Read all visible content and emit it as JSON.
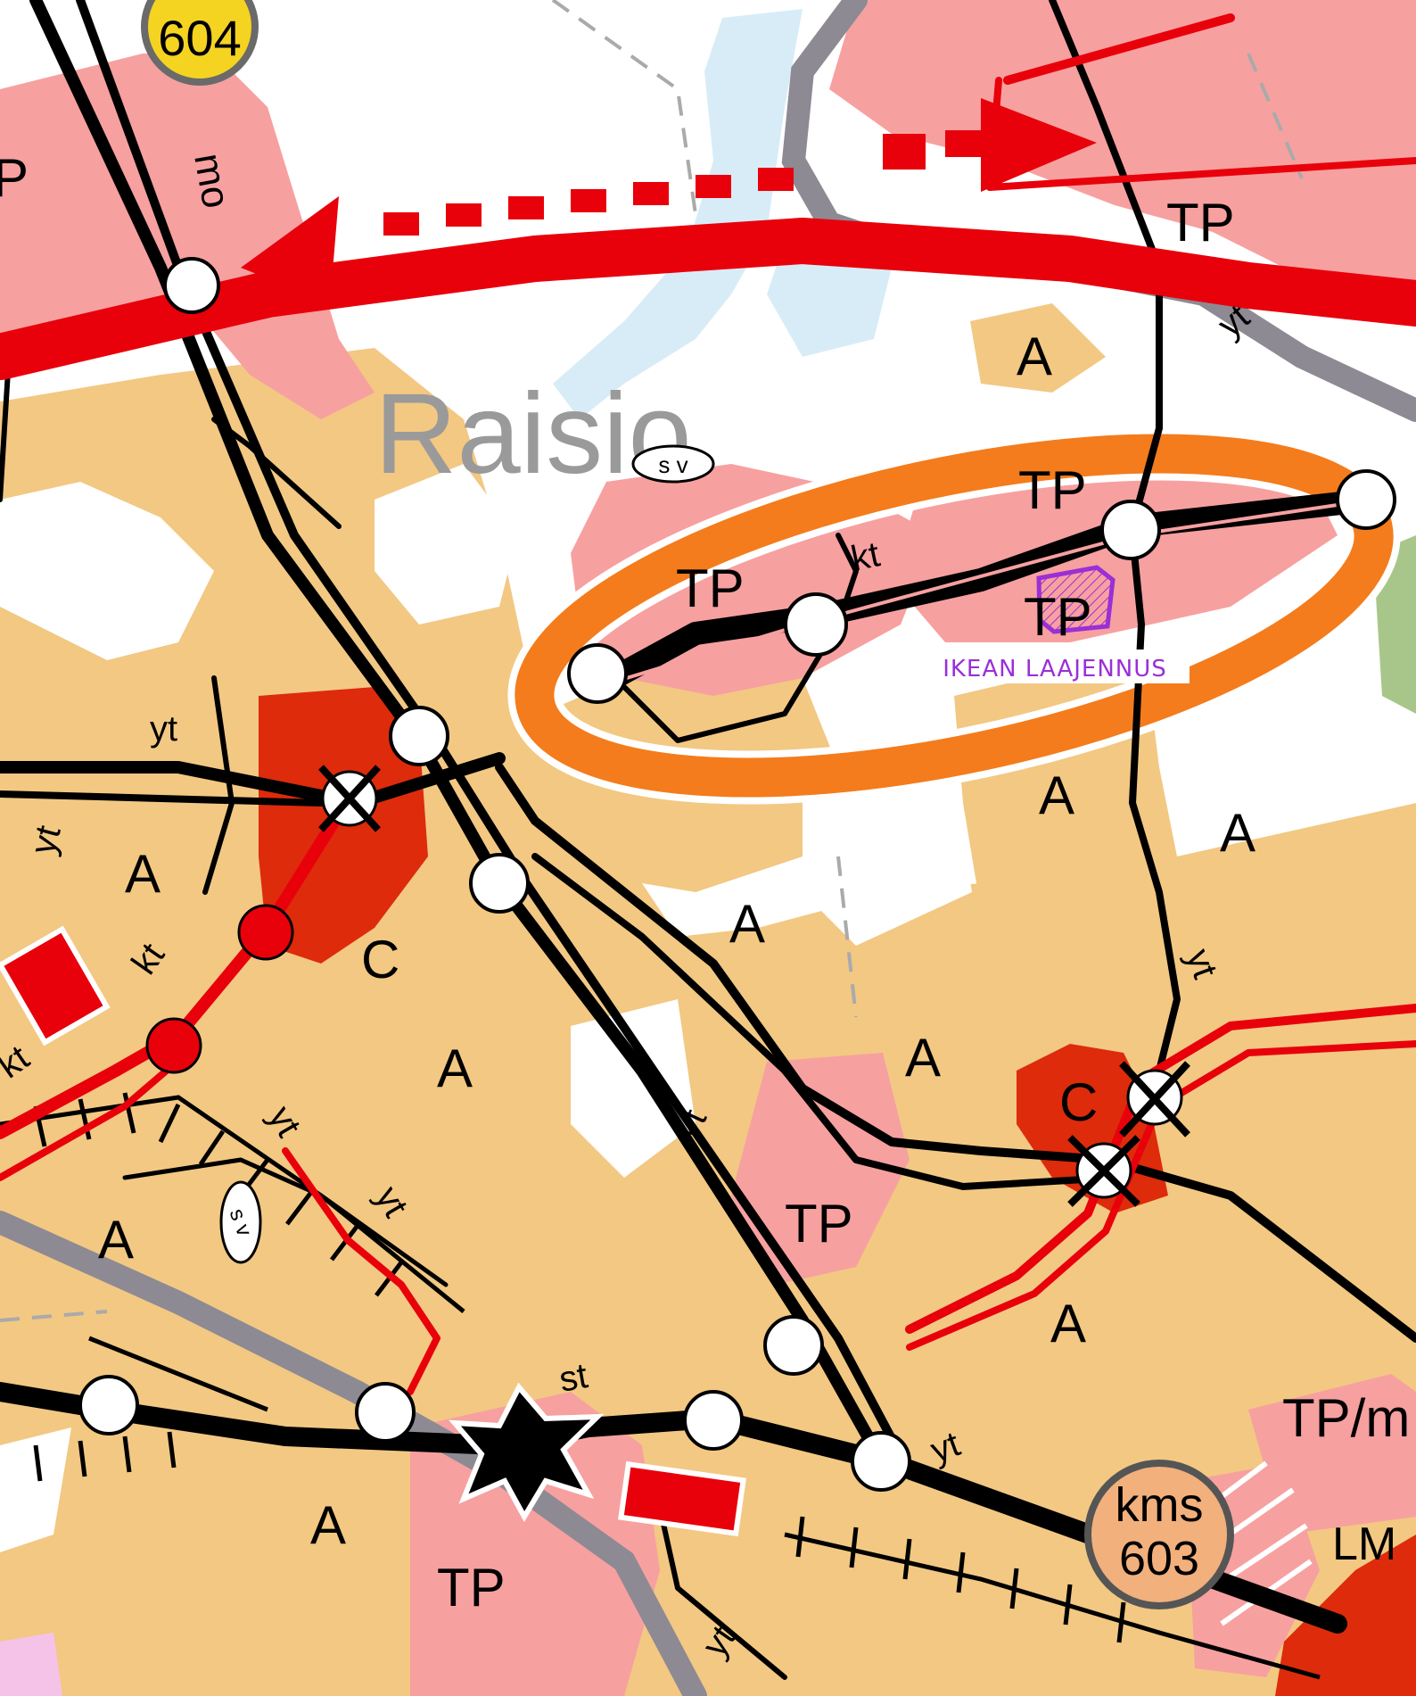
{
  "map": {
    "town_name": "Raisio",
    "annotation": "IKEAN LAAJENNUS",
    "road_badges": {
      "top": "604",
      "bottom_line1": "kms",
      "bottom_line2": "603"
    },
    "zone_labels": {
      "tp_left": "P",
      "tp_top_right": "TP",
      "tp_oval_top": "TP",
      "tp_oval_left": "TP",
      "tp_oval_right": "TP",
      "tp_middle": "TP",
      "tp_bottom": "TP",
      "tp_mixed": "TP/m",
      "a_top": "A",
      "a_1": "A",
      "a_2": "A",
      "a_3": "A",
      "a_4": "A",
      "a_5": "A",
      "a_6": "A",
      "a_7": "A",
      "a_8": "A",
      "a_9": "A",
      "c_left": "C",
      "c_right": "C",
      "lm": "LM"
    },
    "line_labels": {
      "mo": "mo",
      "kt_oval": "kt",
      "kt_left_1": "kt",
      "kt_left_2": "kt",
      "yt_1": "yt",
      "yt_2": "yt",
      "yt_3": "yt",
      "yt_4": "yt",
      "yt_5": "yt",
      "yt_6": "yt",
      "yt_7": "yt",
      "yt_8": "yt",
      "yt_9": "yt",
      "st": "st",
      "sv_1": "s v",
      "sv_2": "s v"
    },
    "colors": {
      "residential": "#f2c883",
      "workplace": "#f7a0a0",
      "center": "#dd2b0c",
      "development_zone": "#f47c1c",
      "main_road": "#e8000b",
      "railway": "#8d8a93",
      "road": "#000000",
      "water": "#d8ecf8",
      "annotation": "#9b2fd6"
    },
    "icons": [
      "junction-circle-icon",
      "crossed-junction-icon",
      "station-star-icon",
      "badge-circle-icon"
    ]
  }
}
